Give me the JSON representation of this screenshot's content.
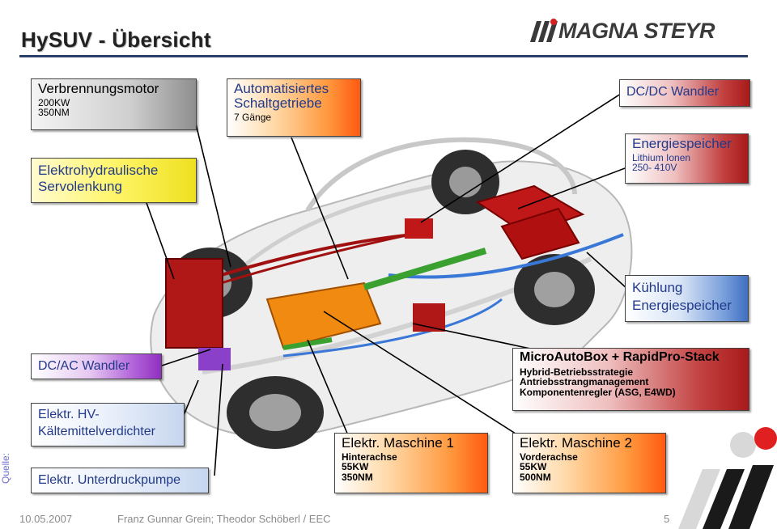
{
  "title": "HySUV - Übersicht",
  "logo": {
    "text": "MAGNA STEYR"
  },
  "labels": {
    "verbrennungsmotor": {
      "heading": "Verbrennungsmotor",
      "line1": "200KW",
      "line2": "350NM"
    },
    "servolenkung": {
      "line1": "Elektrohydraulische",
      "line2": "Servolenkung"
    },
    "schaltgetriebe": {
      "line1": "Automatisiertes",
      "line2": "Schaltgetriebe",
      "sub": "7 Gänge"
    },
    "dcdc": {
      "heading": "DC/DC Wandler"
    },
    "energiespeicher": {
      "heading": "Energiespeicher",
      "line1": "Lithium Ionen",
      "line2": "250- 410V"
    },
    "kuehlung": {
      "line1": "Kühlung",
      "line2": "Energiespeicher"
    },
    "dcac": {
      "heading": "DC/AC Wandler"
    },
    "kaeltemittel": {
      "line1": "Elektr. HV-",
      "line2": "Kältemittelverdichter"
    },
    "unterdruckpumpe": {
      "heading": "Elektr. Unterdruckpumpe"
    },
    "microautobox": {
      "heading": "MicroAutoBox + RapidPro-Stack",
      "line1": "Hybrid-Betriebsstrategie",
      "line2": "Antriebsstrangmanagement",
      "line3": "Komponentenregler (ASG, E4WD)"
    },
    "maschine1": {
      "heading": "Elektr. Maschine 1",
      "line1": "Hinterachse",
      "line2": "55KW",
      "line3": "350NM"
    },
    "maschine2": {
      "heading": "Elektr. Maschine 2",
      "line1": "Vorderachse",
      "line2": "55KW",
      "line3": "500NM"
    }
  },
  "footer": {
    "date": "10.05.2007",
    "authors": "Franz Gunnar Grein; Theodor Schöberl  /  EEC",
    "page": "5",
    "quelle": "Quelle:"
  }
}
